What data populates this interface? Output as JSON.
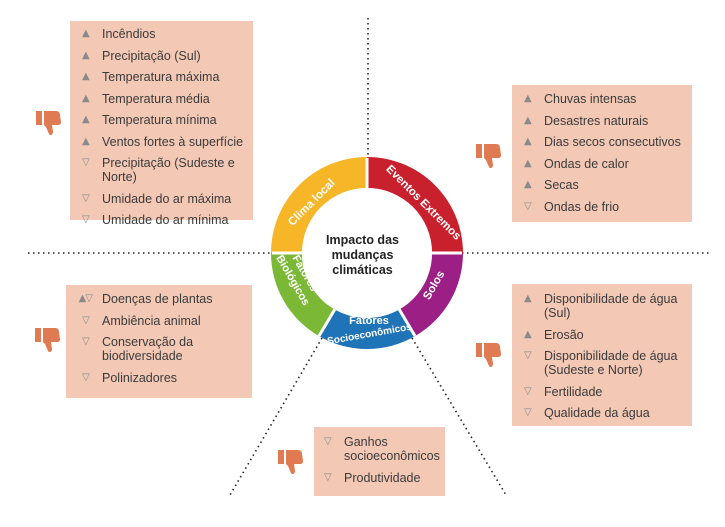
{
  "center": {
    "title": "Impacto das\nmudanças\nclimáticas"
  },
  "legend_markers": {
    "increase": "▲",
    "decrease": "▽",
    "both": "▲▽"
  },
  "colors": {
    "box_bg": "#f3c9b5",
    "thumb": "#e07a53",
    "clima_local": "#f7b628",
    "eventos_extremos": "#c8202c",
    "solos": "#9b1f85",
    "fatores_socioeconomicos": "#1f73b7",
    "fatores_biologicos": "#7ab836"
  },
  "ring_segments": [
    {
      "key": "clima_local",
      "label": "Clima local"
    },
    {
      "key": "eventos_extremos",
      "label": "Eventos Extremos"
    },
    {
      "key": "solos",
      "label": "Solos"
    },
    {
      "key": "fatores_socioeconomicos",
      "label_line1": "Fatores",
      "label_line2": "Socioeconômicos"
    },
    {
      "key": "fatores_biologicos",
      "label_line1": "Fatores",
      "label_line2": "Biológicos"
    }
  ],
  "boxes": {
    "clima_local": {
      "items": [
        {
          "marker": "up",
          "text": "Incêndios"
        },
        {
          "marker": "up",
          "text": "Precipitação (Sul)"
        },
        {
          "marker": "up",
          "text": "Temperatura máxima"
        },
        {
          "marker": "up",
          "text": "Temperatura média"
        },
        {
          "marker": "up",
          "text": "Temperatura mínima"
        },
        {
          "marker": "up",
          "text": "Ventos fortes à superfície"
        },
        {
          "marker": "down",
          "text": "Precipitação (Sudeste e Norte)"
        },
        {
          "marker": "down",
          "text": "Umidade do ar máxima"
        },
        {
          "marker": "down",
          "text": "Umidade do ar mínima"
        }
      ]
    },
    "eventos_extremos": {
      "items": [
        {
          "marker": "up",
          "text": "Chuvas intensas"
        },
        {
          "marker": "up",
          "text": "Desastres naturais"
        },
        {
          "marker": "up",
          "text": "Dias secos consecutivos"
        },
        {
          "marker": "up",
          "text": "Ondas de calor"
        },
        {
          "marker": "up",
          "text": "Secas"
        },
        {
          "marker": "down",
          "text": "Ondas de frio"
        }
      ]
    },
    "fatores_biologicos": {
      "items": [
        {
          "marker": "both",
          "text": "Doenças de plantas"
        },
        {
          "marker": "down",
          "text": "Ambiência animal"
        },
        {
          "marker": "down",
          "text": "Conservação da\nbiodiversidade"
        },
        {
          "marker": "down",
          "text": "Polinizadores"
        }
      ]
    },
    "solos": {
      "items": [
        {
          "marker": "up",
          "text": "Disponibilidade de água (Sul)"
        },
        {
          "marker": "up",
          "text": "Erosão"
        },
        {
          "marker": "down",
          "text": "Disponibilidade de água\n(Sudeste e Norte)"
        },
        {
          "marker": "down",
          "text": "Fertilidade"
        },
        {
          "marker": "down",
          "text": "Qualidade da água"
        }
      ]
    },
    "fatores_socioeconomicos": {
      "items": [
        {
          "marker": "down",
          "text": "Ganhos\nsocioeconômicos"
        },
        {
          "marker": "down",
          "text": "Produtividade"
        }
      ]
    }
  }
}
